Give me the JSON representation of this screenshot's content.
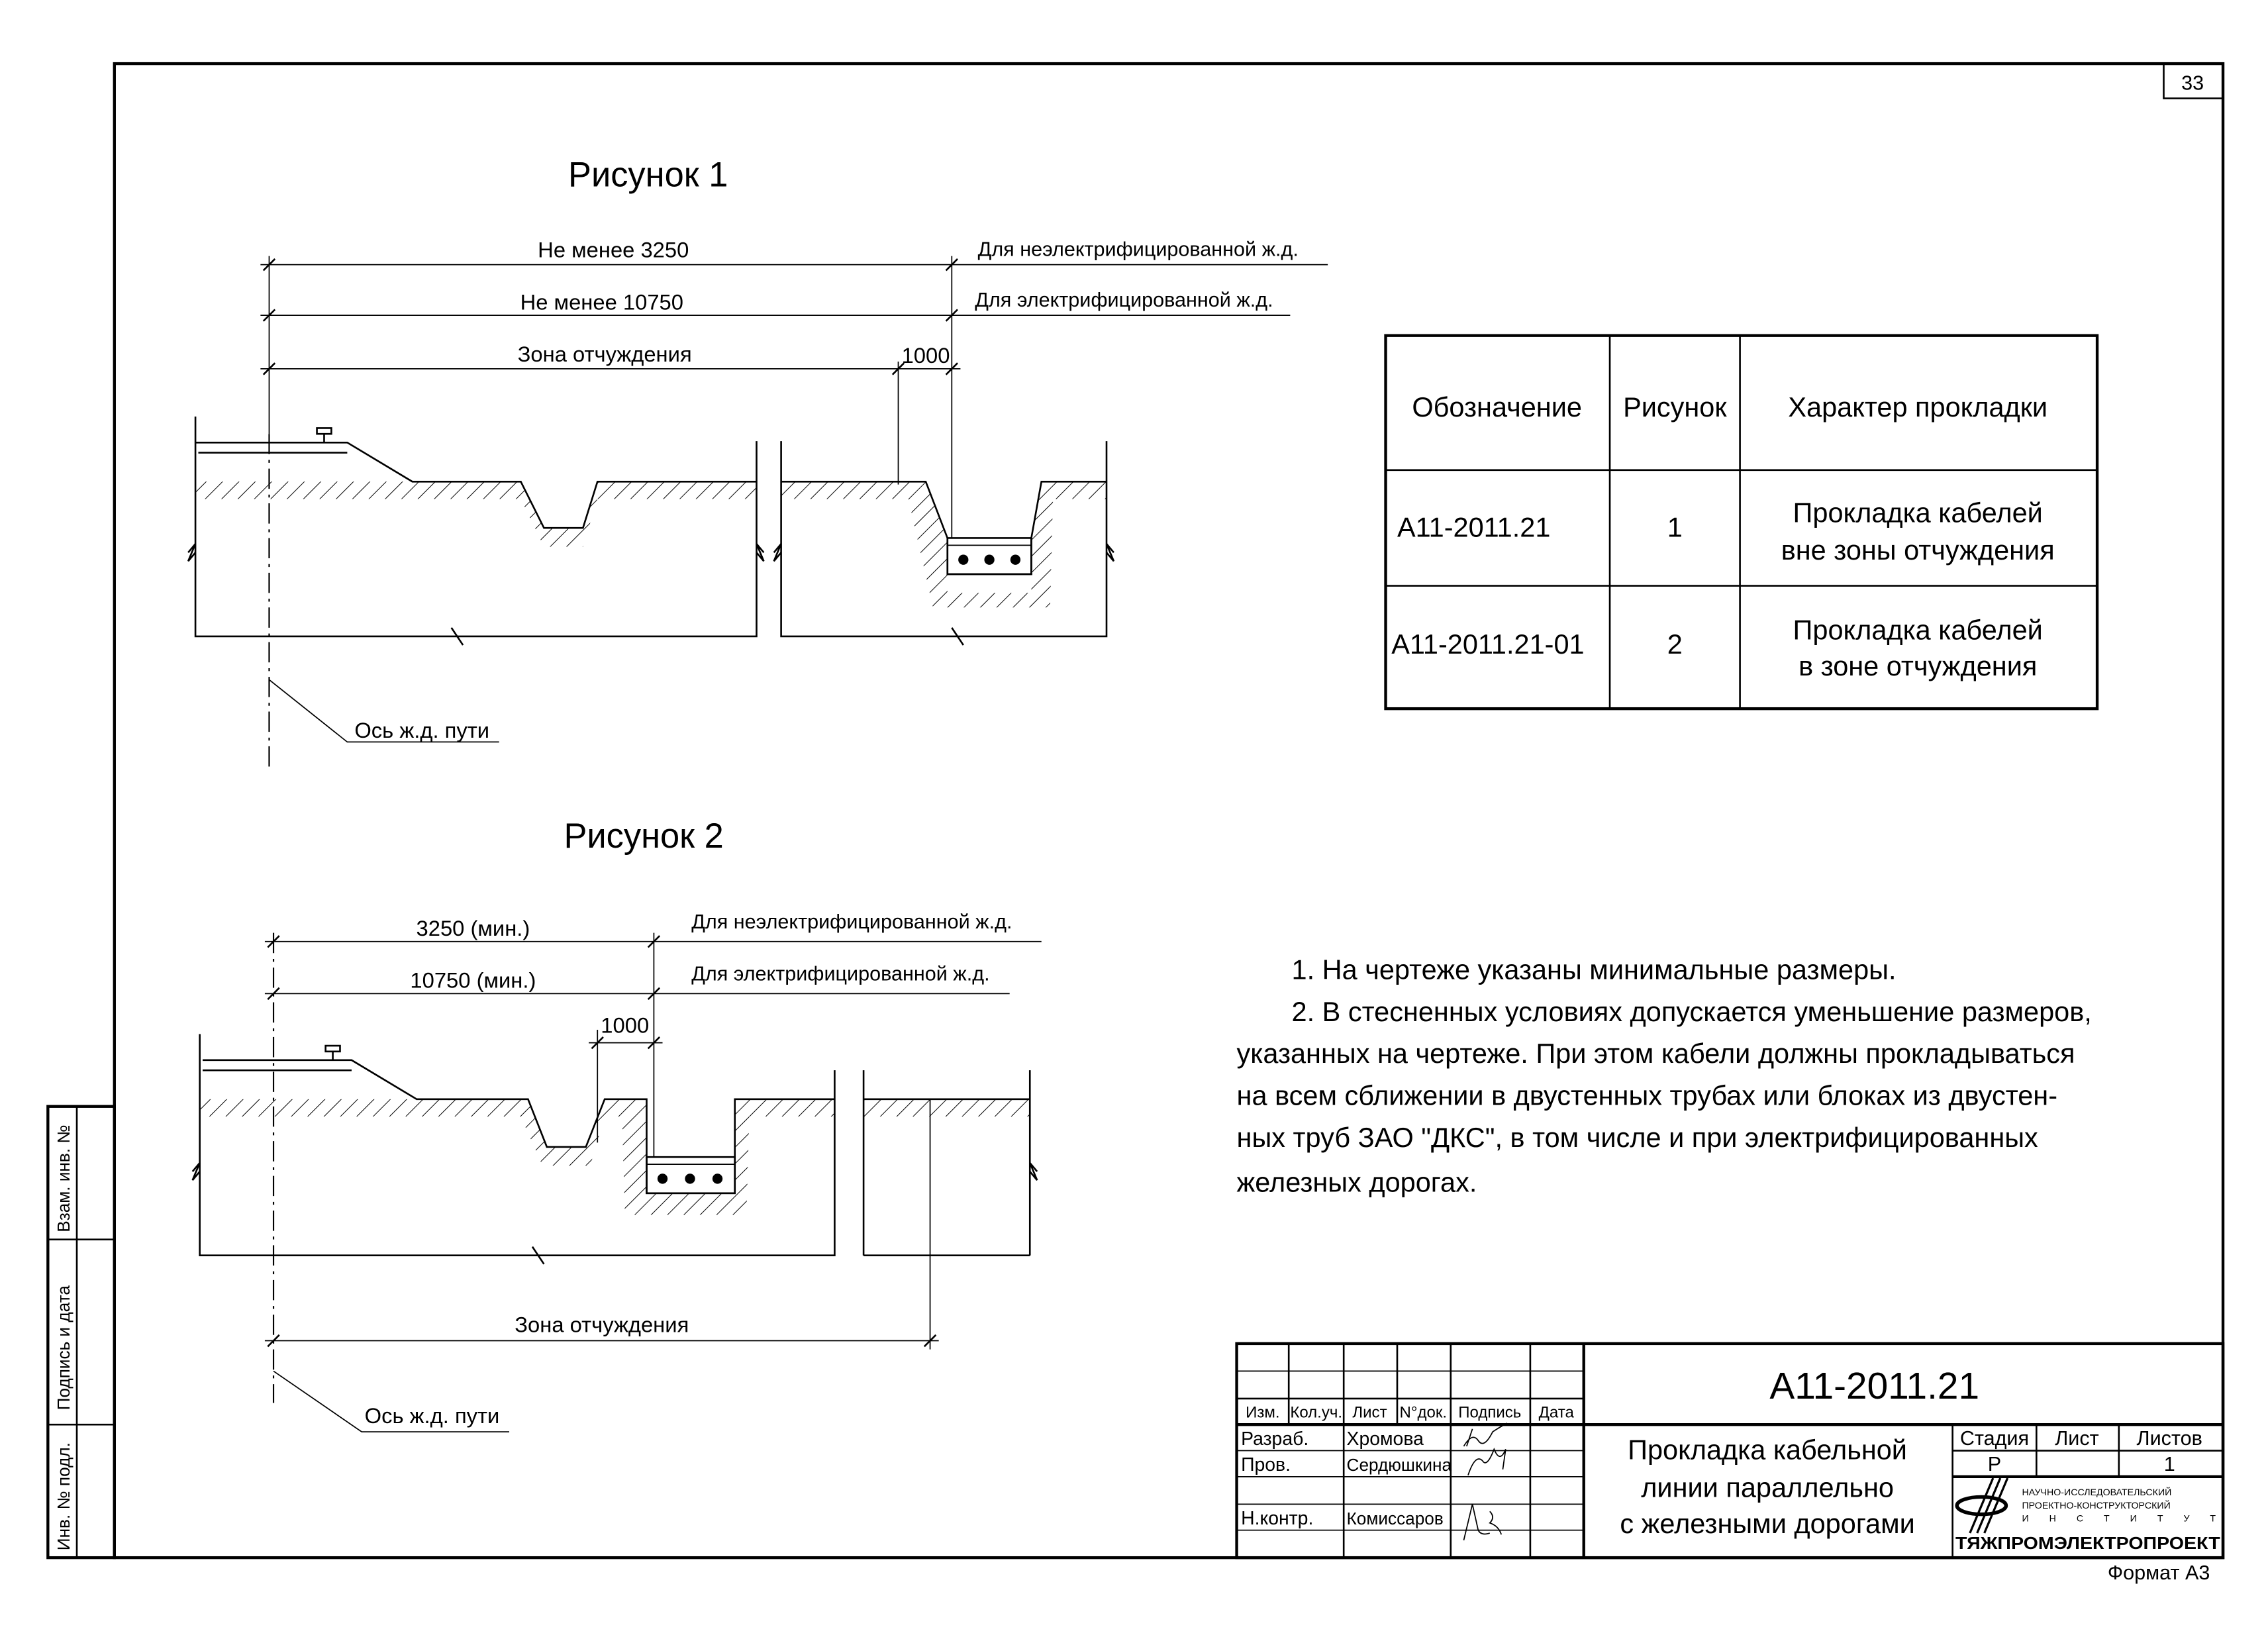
{
  "sheet": {
    "page_number": "33",
    "format_label": "Формат А3"
  },
  "side_stamp": {
    "cells": [
      "Взам. инв. №",
      "Подпись и дата",
      "Инв. № подл."
    ]
  },
  "figure1": {
    "title": "Рисунок 1",
    "dim_min_3250": "Не менее 3250",
    "dim_min_10750": "Не менее 10750",
    "dim_zone": "Зона отчуждения",
    "dim_1000": "1000",
    "note_non_electrified": "Для  неэлектрифицированной ж.д.",
    "note_electrified": "Для электрифицированной ж.д.",
    "axis_label": "Ось ж.д. пути"
  },
  "figure2": {
    "title": "Рисунок 2",
    "dim_3250": "3250 (мин.)",
    "dim_10750": "10750 (мин.)",
    "dim_1000": "1000",
    "dim_zone": "Зона отчуждения",
    "note_non_electrified": "Для неэлектрифицированной ж.д.",
    "note_electrified": "Для электрифицированной ж.д.",
    "axis_label": "Ось ж.д. пути"
  },
  "legend_table": {
    "headers": [
      "Обозначение",
      "Рисунок",
      "Характер прокладки"
    ],
    "rows": [
      {
        "code": "А11-2011.21",
        "figure": "1",
        "desc_line1": "Прокладка кабелей",
        "desc_line2": "вне зоны отчуждения"
      },
      {
        "code": "А11-2011.21-01",
        "figure": "2",
        "desc_line1": "Прокладка кабелей",
        "desc_line2": "в зоне отчуждения"
      }
    ]
  },
  "notes": {
    "lines": [
      "1.  На чертеже указаны минимальные размеры.",
      "2.  В стесненных условиях допускается уменьшение размеров,",
      "указанных на чертеже. При этом кабели должны прокладываться",
      "на всем сближении в двустенных трубах или блоках из двустен-",
      "ных труб ЗАО \"ДКС\", в том числе и при электрифицированных",
      "железных дорогах."
    ]
  },
  "title_block": {
    "doc_code": "А11-2011.21",
    "headers": [
      "Изм.",
      "Кол.уч.",
      "Лист",
      "N°док.",
      "Подпись",
      "Дата"
    ],
    "roles": [
      {
        "role": "Разраб.",
        "name": "Хромова"
      },
      {
        "role": "Пров.",
        "name": "Сердюшкина"
      },
      {
        "role": "Н.контр.",
        "name": "Комиссаров"
      }
    ],
    "title_lines": [
      "Прокладка кабельной",
      "линии параллельно",
      "с железными дорогами"
    ],
    "stage_header": "Стадия",
    "sheet_header": "Лист",
    "sheets_header": "Листов",
    "stage_value": "Р",
    "sheet_value": "",
    "sheets_value": "1",
    "org_lines": [
      "НАУЧНО-ИССЛЕДОВАТЕЛЬСКИЙ",
      "ПРОЕКТНО-КОНСТРУКТОРСКИЙ",
      "И Н С Т И Т У Т"
    ],
    "org_name": "ТЯЖПРОМЭЛЕКТРОПРОЕКТ"
  }
}
